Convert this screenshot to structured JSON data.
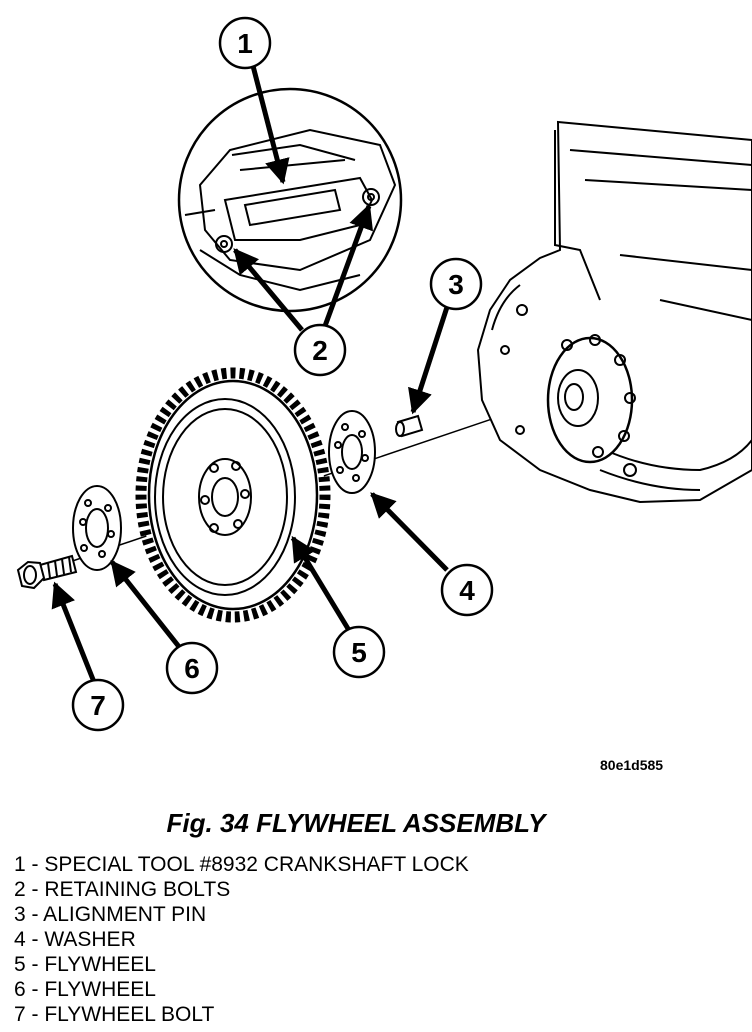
{
  "figure_code": "80e1d585",
  "caption": "Fig. 34 FLYWHEEL ASSEMBLY",
  "callouts": [
    "1",
    "2",
    "3",
    "4",
    "5",
    "6",
    "7"
  ],
  "legend": [
    "1 - SPECIAL TOOL #8932 CRANKSHAFT LOCK",
    "2 - RETAINING BOLTS",
    "3 - ALIGNMENT PIN",
    "4 - WASHER",
    "5 - FLYWHEEL",
    "6 - FLYWHEEL",
    "7 - FLYWHEEL BOLT"
  ]
}
